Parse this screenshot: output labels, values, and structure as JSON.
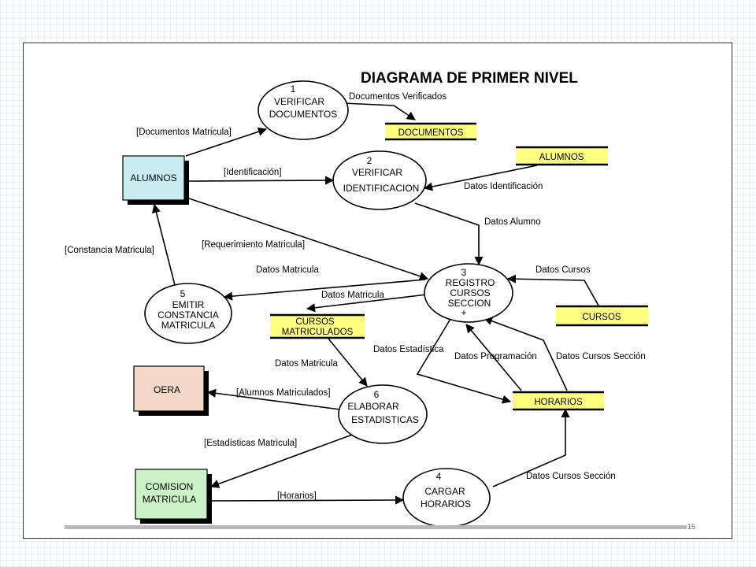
{
  "title": "DIAGRAMA DE PRIMER NIVEL",
  "slide_number": "15",
  "processes": [
    {
      "id": "p1",
      "number": "1",
      "lines": [
        "VERIFICAR",
        "DOCUMENTOS"
      ]
    },
    {
      "id": "p2",
      "number": "2",
      "lines": [
        "VERIFICAR",
        "IDENTIFICACION"
      ]
    },
    {
      "id": "p3",
      "number": "3",
      "lines": [
        "REGISTRO",
        "CURSOS",
        "SECCION",
        "+"
      ]
    },
    {
      "id": "p4",
      "number": "4",
      "lines": [
        "CARGAR",
        "HORARIOS"
      ]
    },
    {
      "id": "p5",
      "number": "5",
      "lines": [
        "EMITIR",
        "CONSTANCIA",
        "MATRICULA"
      ]
    },
    {
      "id": "p6",
      "number": "6",
      "lines": [
        "ELABORAR",
        "ESTADISTICAS"
      ]
    }
  ],
  "entities": [
    {
      "id": "e_alumnos",
      "lines": [
        "ALUMNOS"
      ],
      "color": "#c8ecf2"
    },
    {
      "id": "e_oera",
      "lines": [
        "OERA"
      ],
      "color": "#f6d8c9"
    },
    {
      "id": "e_comision",
      "lines": [
        "COMISION",
        "MATRICULA"
      ],
      "color": "#ccf2c8"
    }
  ],
  "stores": [
    {
      "id": "s_documentos",
      "lines": [
        "DOCUMENTOS"
      ]
    },
    {
      "id": "s_alumnos",
      "lines": [
        "ALUMNOS"
      ]
    },
    {
      "id": "s_cursos",
      "lines": [
        "CURSOS"
      ]
    },
    {
      "id": "s_cursos_matriculados",
      "lines": [
        "CURSOS",
        "MATRICULADOS"
      ]
    },
    {
      "id": "s_horarios",
      "lines": [
        "HORARIOS"
      ]
    }
  ],
  "store_color": "#ffff80",
  "flows": [
    {
      "id": "f1",
      "label": "[Documentos Matricula]"
    },
    {
      "id": "f2",
      "label": "Documentos Verificados"
    },
    {
      "id": "f3",
      "label": "[Identificación]"
    },
    {
      "id": "f4",
      "label": "Datos Identificación"
    },
    {
      "id": "f5",
      "label": "Datos Alumno"
    },
    {
      "id": "f6",
      "label": "[Requerimiento Matricula]"
    },
    {
      "id": "f7",
      "label": "[Constancia Matricula]"
    },
    {
      "id": "f8",
      "label": "Datos Matricula"
    },
    {
      "id": "f9",
      "label": "Datos Matricula"
    },
    {
      "id": "f10",
      "label": "Datos Cursos"
    },
    {
      "id": "f11",
      "label": "Datos Estadística"
    },
    {
      "id": "f12",
      "label": "Datos Programación"
    },
    {
      "id": "f13",
      "label": "Datos Cursos Sección"
    },
    {
      "id": "f14",
      "label": "Datos Matricula"
    },
    {
      "id": "f15",
      "label": "[Alumnos Matriculados]"
    },
    {
      "id": "f16",
      "label": "[Estadísticas Matricula]"
    },
    {
      "id": "f17",
      "label": "[Horarios]"
    },
    {
      "id": "f18",
      "label": "Datos Cursos Sección"
    }
  ]
}
